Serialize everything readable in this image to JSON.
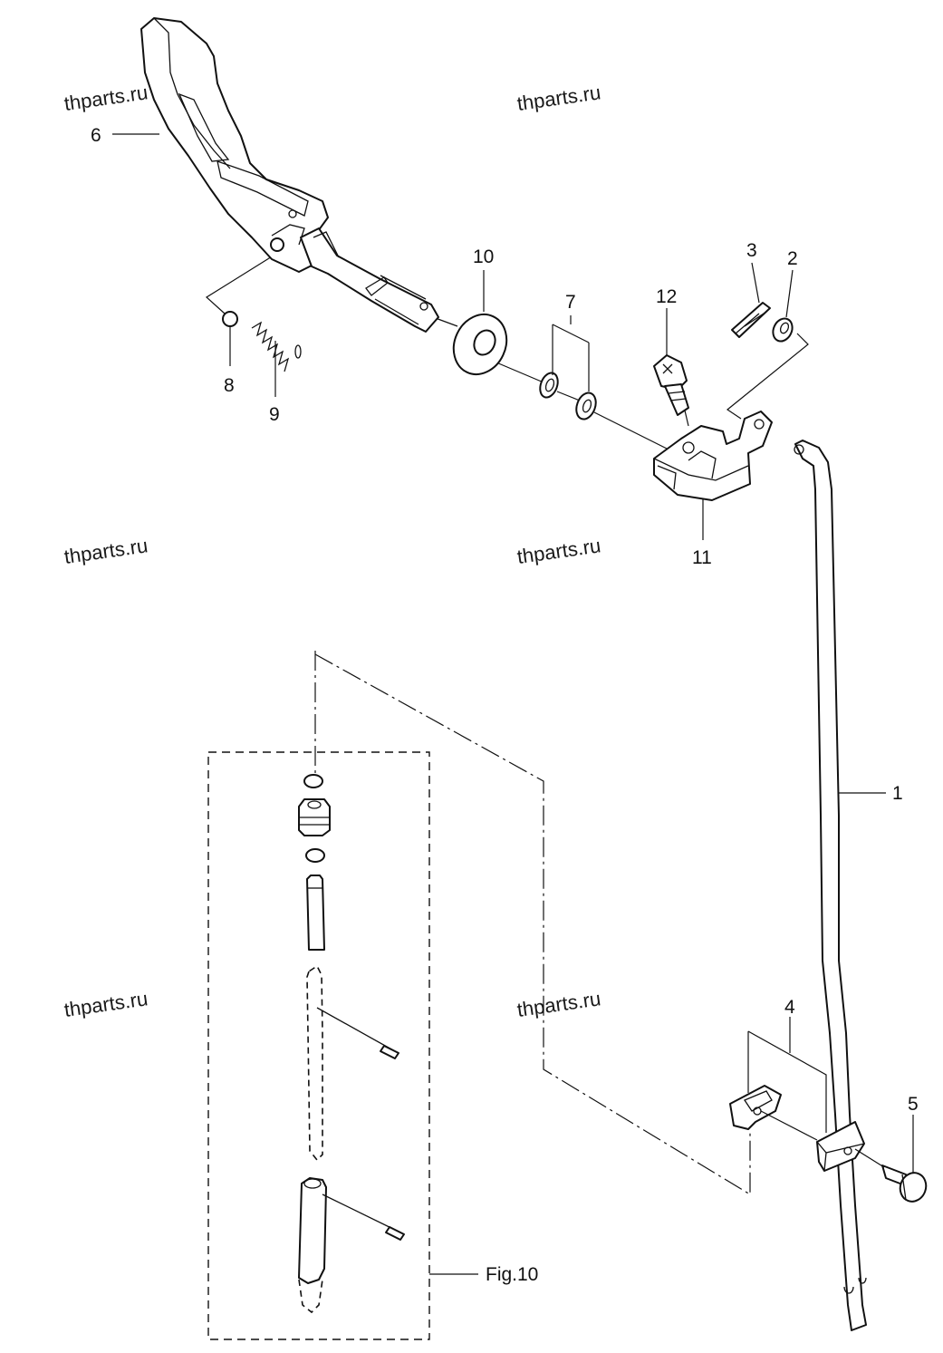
{
  "watermarks": [
    "thparts.ru",
    "thparts.ru",
    "thparts.ru",
    "thparts.ru",
    "thparts.ru",
    "thparts.ru"
  ],
  "callouts": {
    "p1": "1",
    "p2": "2",
    "p3": "3",
    "p4": "4",
    "p5": "5",
    "p6": "6",
    "p7": "7",
    "p8": "8",
    "p9": "9",
    "p10": "10",
    "p11": "11",
    "p12": "12",
    "fig": "Fig.10"
  }
}
